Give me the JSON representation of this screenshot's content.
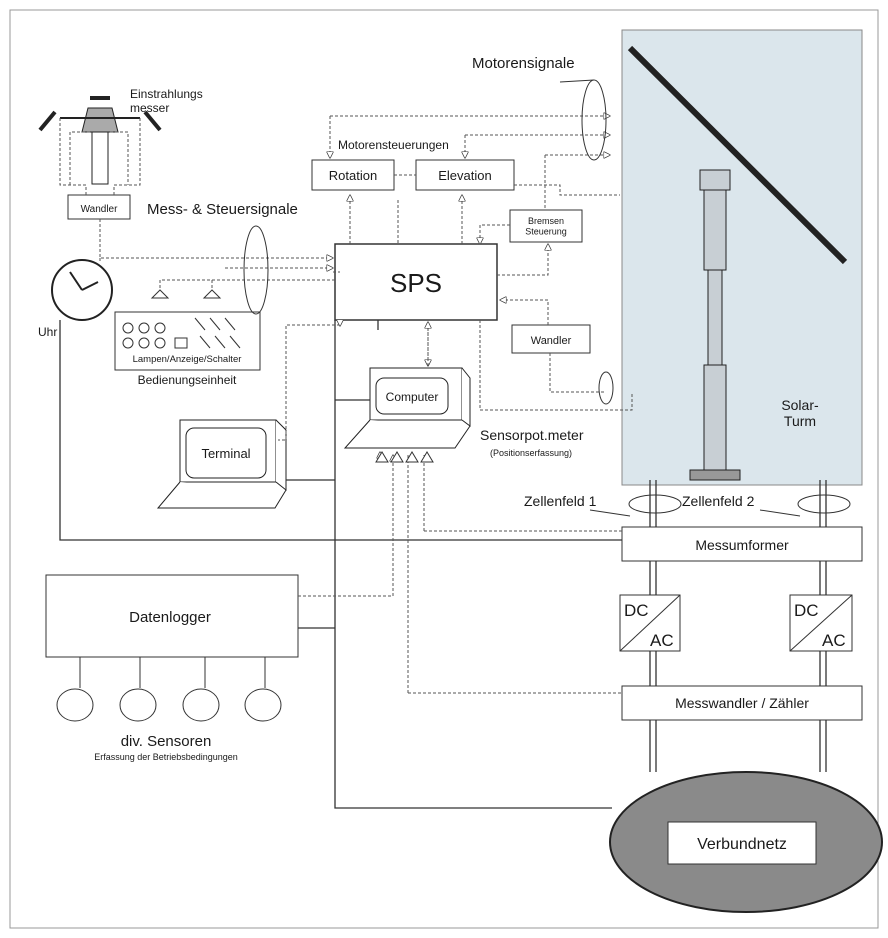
{
  "colors": {
    "ink": "#1a1a1a",
    "line": "#333333",
    "dotted": "#555555",
    "tower_bg": "#dbe6ec",
    "ellipse_fill": "#8a8a8a",
    "paper": "#ffffff"
  },
  "labels": {
    "einstrahlung": "Einstrahlungs\nmesser",
    "wandler_top": "Wandler",
    "mess_steuer": "Mess- & Steuersignale",
    "uhr": "Uhr",
    "motorensignale": "Motorensignale",
    "motorensteuerungen": "Motorensteuerungen",
    "rotation": "Rotation",
    "elevation": "Elevation",
    "bremsen": "Bremsen\nSteuerung",
    "sps": "SPS",
    "wandler_right": "Wandler",
    "lampen": "Lampen/Anzeige/Schalter",
    "bedienung": "Bedienungseinheit",
    "computer": "Computer",
    "terminal": "Terminal",
    "sensorpot": "Sensorpot.meter",
    "positionserfassung": "(Positionserfassung)",
    "solar_turm": "Solar-\nTurm",
    "zellenfeld1": "Zellenfeld 1",
    "zellenfeld2": "Zellenfeld 2",
    "messumformer": "Messumformer",
    "datenlogger": "Datenlogger",
    "dc1": "DC",
    "ac1": "AC",
    "dc2": "DC",
    "ac2": "AC",
    "messwandler": "Messwandler / Zähler",
    "sensoren": "div. Sensoren",
    "betrieb": "Erfassung der Betriebsbedingungen",
    "verbundnetz": "Verbundnetz"
  }
}
